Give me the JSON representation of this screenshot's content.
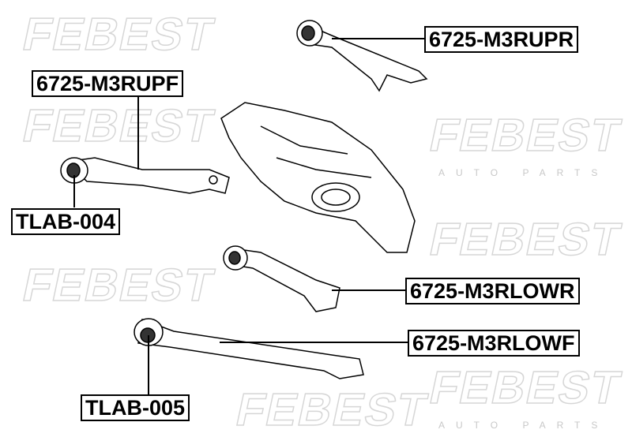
{
  "watermark": {
    "brand": "FEBEST",
    "sub": "AUTO PARTS"
  },
  "labels": {
    "upr": "6725-M3RUPR",
    "upf": "6725-M3RUPF",
    "tlab004": "TLAB-004",
    "lowr": "6725-M3RLOWR",
    "lowf": "6725-M3RLOWF",
    "tlab005": "TLAB-005"
  }
}
